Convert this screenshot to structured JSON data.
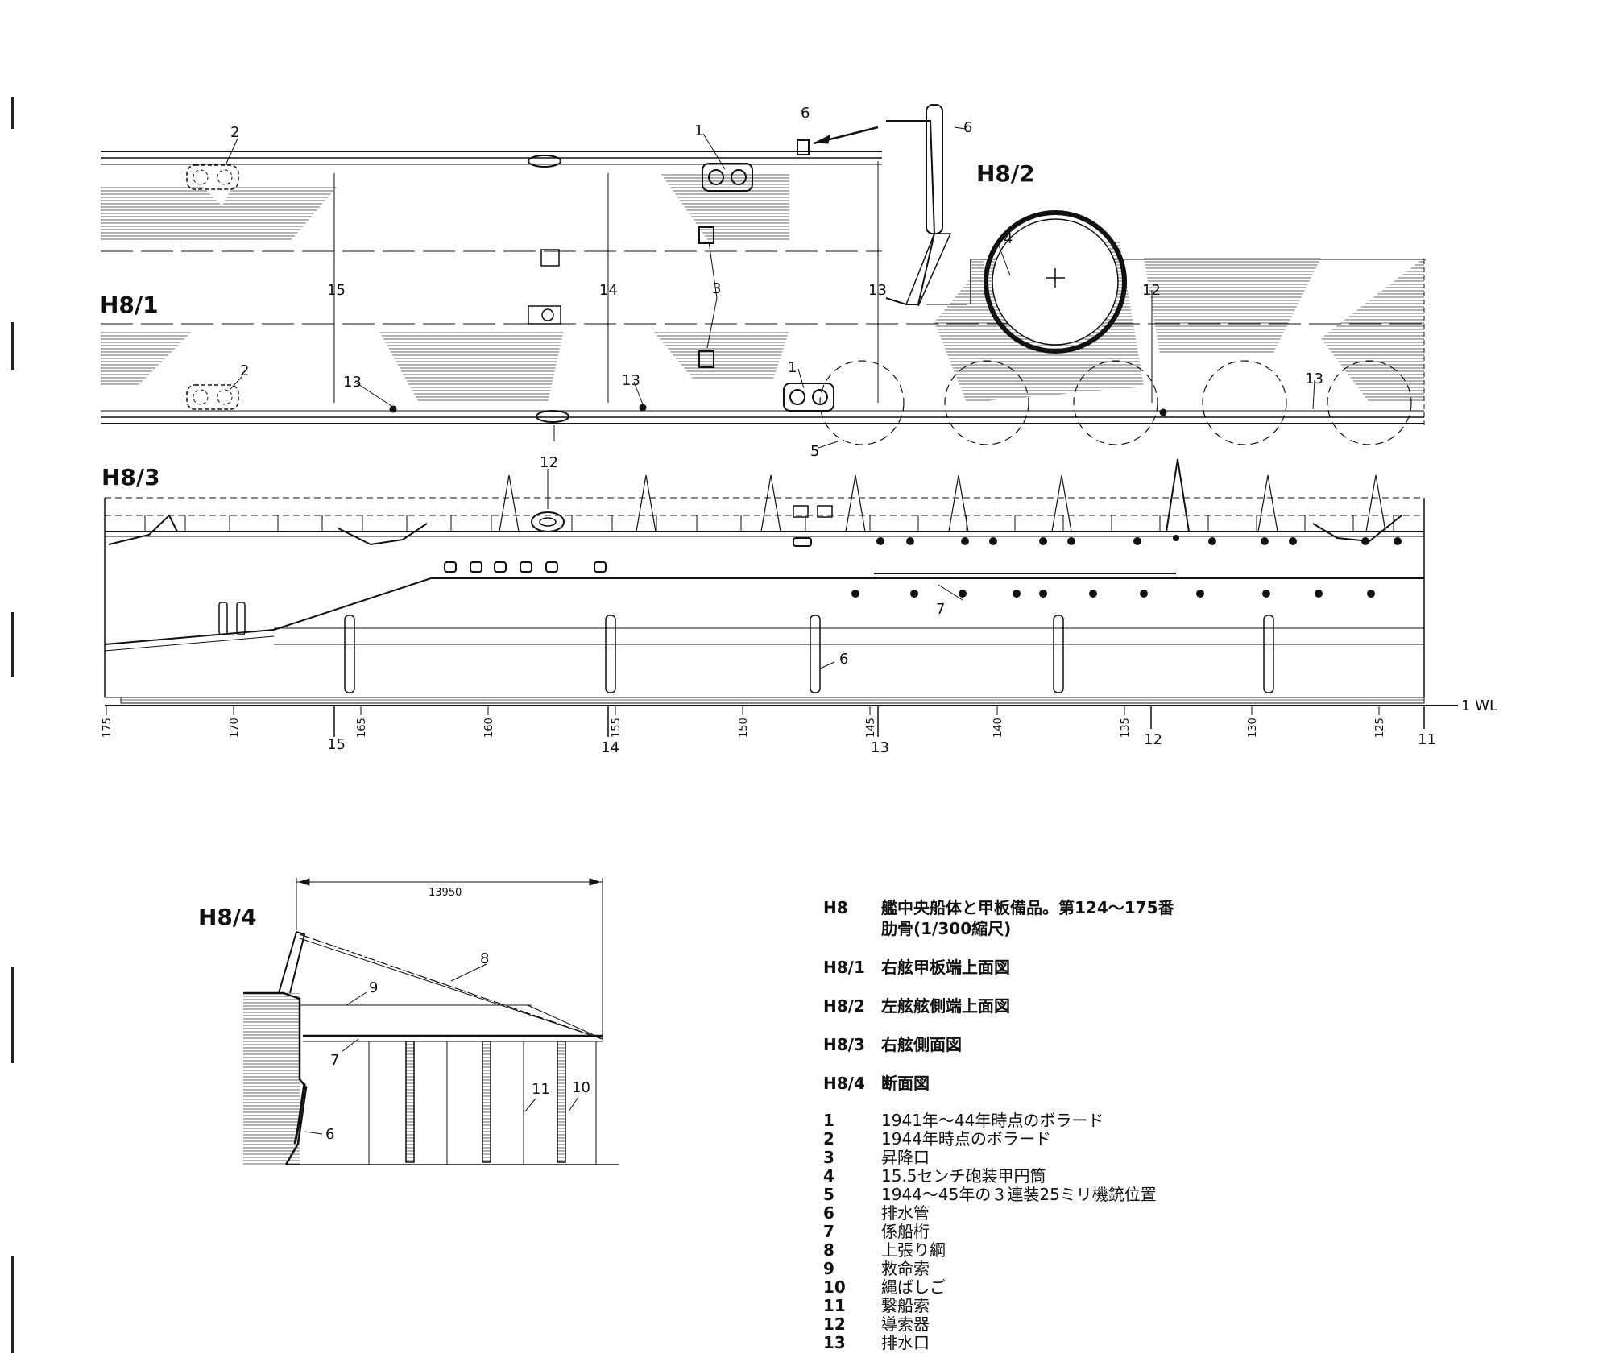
{
  "views": {
    "h8_1": "H8/1",
    "h8_2": "H8/2",
    "h8_3": "H8/3",
    "h8_4": "H8/4"
  },
  "callouts": {
    "c1": "1",
    "c2": "2",
    "c3": "3",
    "c4": "4",
    "c5": "5",
    "c6": "6",
    "c7": "7",
    "c8": "8",
    "c9": "9",
    "c10": "10",
    "c11": "11",
    "c12": "12",
    "c13": "13",
    "c14": "14",
    "c15": "15"
  },
  "scale": {
    "frame_ticks": [
      "175",
      "170",
      "165",
      "160",
      "155",
      "150",
      "145",
      "140",
      "135",
      "130",
      "125"
    ],
    "station_labels": [
      "15",
      "14",
      "13",
      "12",
      "11"
    ],
    "waterline": "1 WL"
  },
  "section": {
    "dimension": "13950"
  },
  "legend": {
    "title_code": "H8",
    "title_line1": "艦中央船体と甲板備品。第124〜175番",
    "title_line2": "肋骨(1/300縮尺)",
    "views": [
      {
        "code": "H8/1",
        "text": "右舷甲板端上面図"
      },
      {
        "code": "H8/2",
        "text": "左舷舷側端上面図"
      },
      {
        "code": "H8/3",
        "text": "右舷側面図"
      },
      {
        "code": "H8/4",
        "text": "断面図"
      }
    ],
    "items": [
      {
        "num": "1",
        "text": "1941年〜44年時点のボラード"
      },
      {
        "num": "2",
        "text": "1944年時点のボラード"
      },
      {
        "num": "3",
        "text": "昇降口"
      },
      {
        "num": "4",
        "text": "15.5センチ砲装甲円筒"
      },
      {
        "num": "5",
        "text": "1944〜45年の３連装25ミリ機銃位置"
      },
      {
        "num": "6",
        "text": "排水管"
      },
      {
        "num": "7",
        "text": "係船桁"
      },
      {
        "num": "8",
        "text": "上張り綱"
      },
      {
        "num": "9",
        "text": "救命索"
      },
      {
        "num": "10",
        "text": "縄ばしご"
      },
      {
        "num": "11",
        "text": "繋船索"
      },
      {
        "num": "12",
        "text": "導索器"
      },
      {
        "num": "13",
        "text": "排水口"
      }
    ]
  }
}
